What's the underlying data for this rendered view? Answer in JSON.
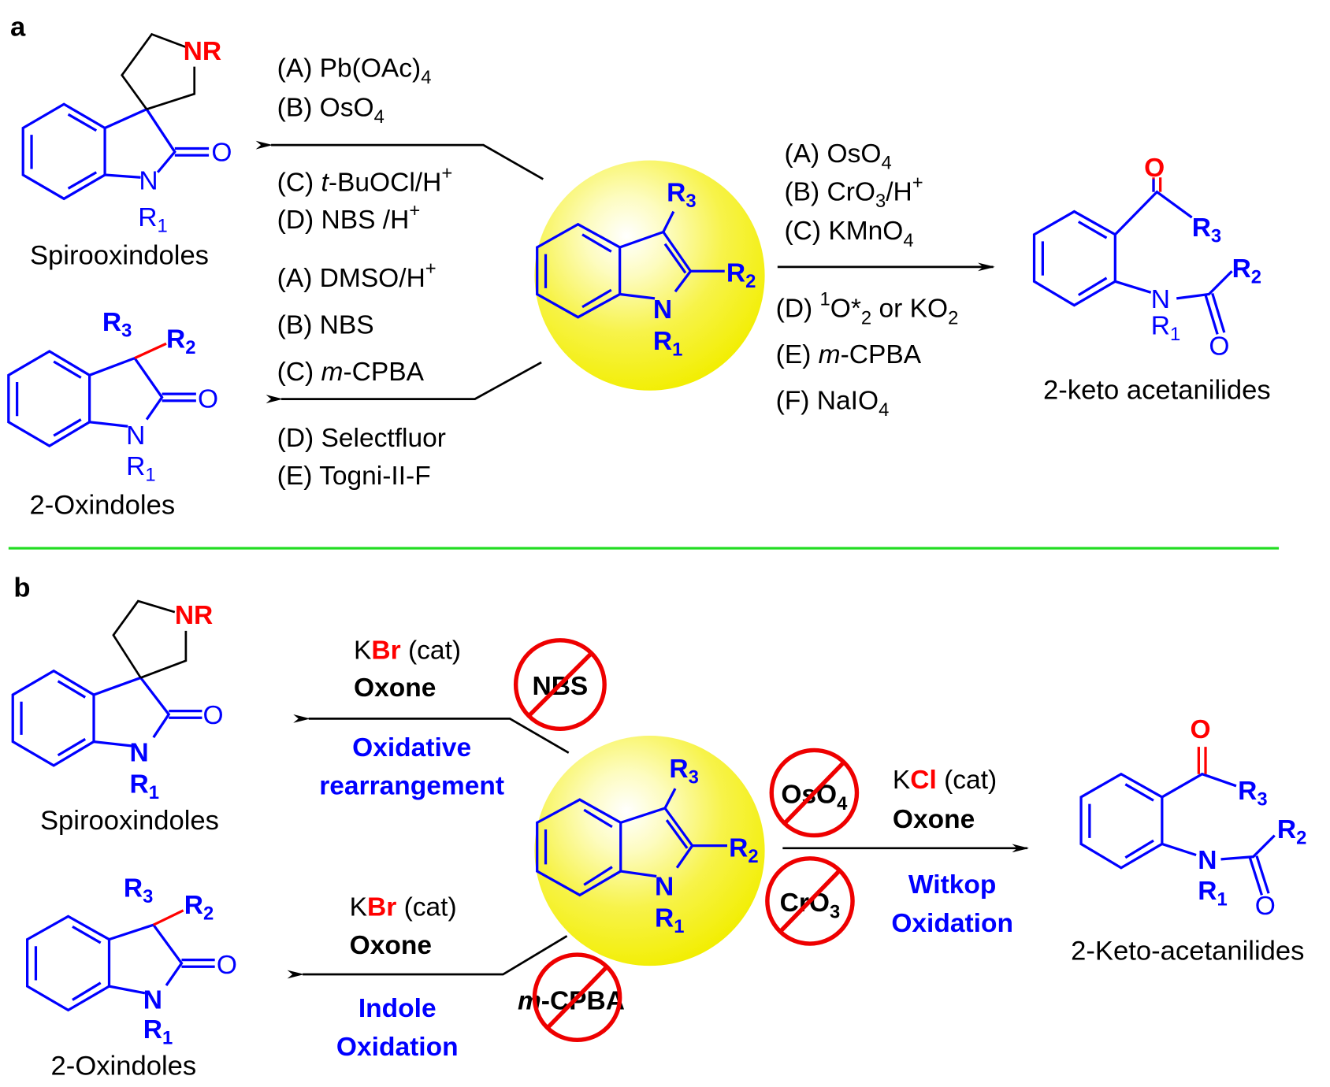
{
  "panel_a": {
    "label": "a",
    "spiro": {
      "nr": "NR",
      "o": "O",
      "n": "N",
      "r1": "R",
      "r1_sub": "1",
      "name": "Spirooxindoles"
    },
    "oxindole": {
      "r3": "R",
      "r3_sub": "3",
      "r2": "R",
      "r2_sub": "2",
      "o": "O",
      "n": "N",
      "r1": "R",
      "r1_sub": "1",
      "name": "2-Oxindoles"
    },
    "indole": {
      "r3": "R",
      "r3_sub": "3",
      "r2": "R",
      "r2_sub": "2",
      "n": "N",
      "r1": "R",
      "r1_sub": "1"
    },
    "keto": {
      "o_top": "O",
      "r3": "R",
      "r3_sub": "3",
      "r2": "R",
      "r2_sub": "2",
      "n": "N",
      "r1": "R",
      "r1_sub": "1",
      "o": "O",
      "name": "2-keto acetanilides"
    },
    "spiro_reagents": [
      {
        "text": "(A) Pb(OAc)",
        "sub": "4"
      },
      {
        "text": "(B) OsO",
        "sub": "4"
      },
      {
        "prefix": "(C) ",
        "italic": "t",
        "text": "-BuOCl/H",
        "sup": "+"
      },
      {
        "text": "(D) NBS /H",
        "sup": "+"
      }
    ],
    "oxindole_reagents": [
      {
        "text": "(A) DMSO/H",
        "sup": "+"
      },
      {
        "text": "(B) NBS"
      },
      {
        "prefix": "(C) ",
        "italic": "m",
        "text": "-CPBA"
      },
      {
        "text": "(D) Selectfluor"
      },
      {
        "text": "(E) Togni-II-F"
      }
    ],
    "keto_reagents_above": [
      {
        "text": "(A) OsO",
        "sub": "4"
      },
      {
        "text": "(B) CrO",
        "sub": "3",
        "after": "/H",
        "sup": "+"
      },
      {
        "text": "(C) KMnO",
        "sub": "4"
      }
    ],
    "keto_reagents_below": [
      {
        "prefix": "(D) ",
        "sup": "1",
        "text": "O*",
        "sub": "2",
        "after": " or KO",
        "sub2": "2"
      },
      {
        "prefix": "(E) ",
        "italic": "m",
        "text": "-CPBA"
      },
      {
        "text": "(F) NaIO",
        "sub": "4"
      }
    ]
  },
  "panel_b": {
    "label": "b",
    "spiro": {
      "nr": "NR",
      "o": "O",
      "n": "N",
      "r1": "R",
      "r1_sub": "1",
      "name": "Spirooxindoles"
    },
    "oxindole": {
      "r3": "R",
      "r3_sub": "3",
      "r2": "R",
      "r2_sub": "2",
      "o": "O",
      "n": "N",
      "r1": "R",
      "r1_sub": "1",
      "name": "2-Oxindoles"
    },
    "indole": {
      "r3": "R",
      "r3_sub": "3",
      "r2": "R",
      "r2_sub": "2",
      "n": "N",
      "r1": "R",
      "r1_sub": "1"
    },
    "keto": {
      "o_top": "O",
      "r3": "R",
      "r3_sub": "3",
      "r2": "R",
      "r2_sub": "2",
      "n": "N",
      "r1": "R",
      "r1_sub": "1",
      "o": "O",
      "name": "2-Keto-acetanilides"
    },
    "spiro_conditions": {
      "k": "K",
      "br": "Br",
      "cat": " (cat)",
      "oxone": "Oxone",
      "desc1": "Oxidative",
      "desc2": "rearrangement",
      "forbidden": "NBS"
    },
    "oxindole_conditions": {
      "k": "K",
      "br": "Br",
      "cat": " (cat)",
      "oxone": "Oxone",
      "desc1": "Indole",
      "desc2": "Oxidation",
      "forbidden_italic": "m",
      "forbidden": "-CPBA"
    },
    "keto_conditions": {
      "k": "K",
      "cl": "Cl",
      "cat": " (cat)",
      "oxone": "Oxone",
      "desc1": "Witkop",
      "desc2": "Oxidation",
      "forbidden1": "OsO",
      "forbidden1_sub": "4",
      "forbidden2": "CrO",
      "forbidden2_sub": "3"
    }
  },
  "colors": {
    "structure": "#0000ff",
    "highlight": "#ff0000",
    "divider": "#22dd22",
    "sphere": "#f5f000",
    "forbidden": "#ee0000"
  }
}
